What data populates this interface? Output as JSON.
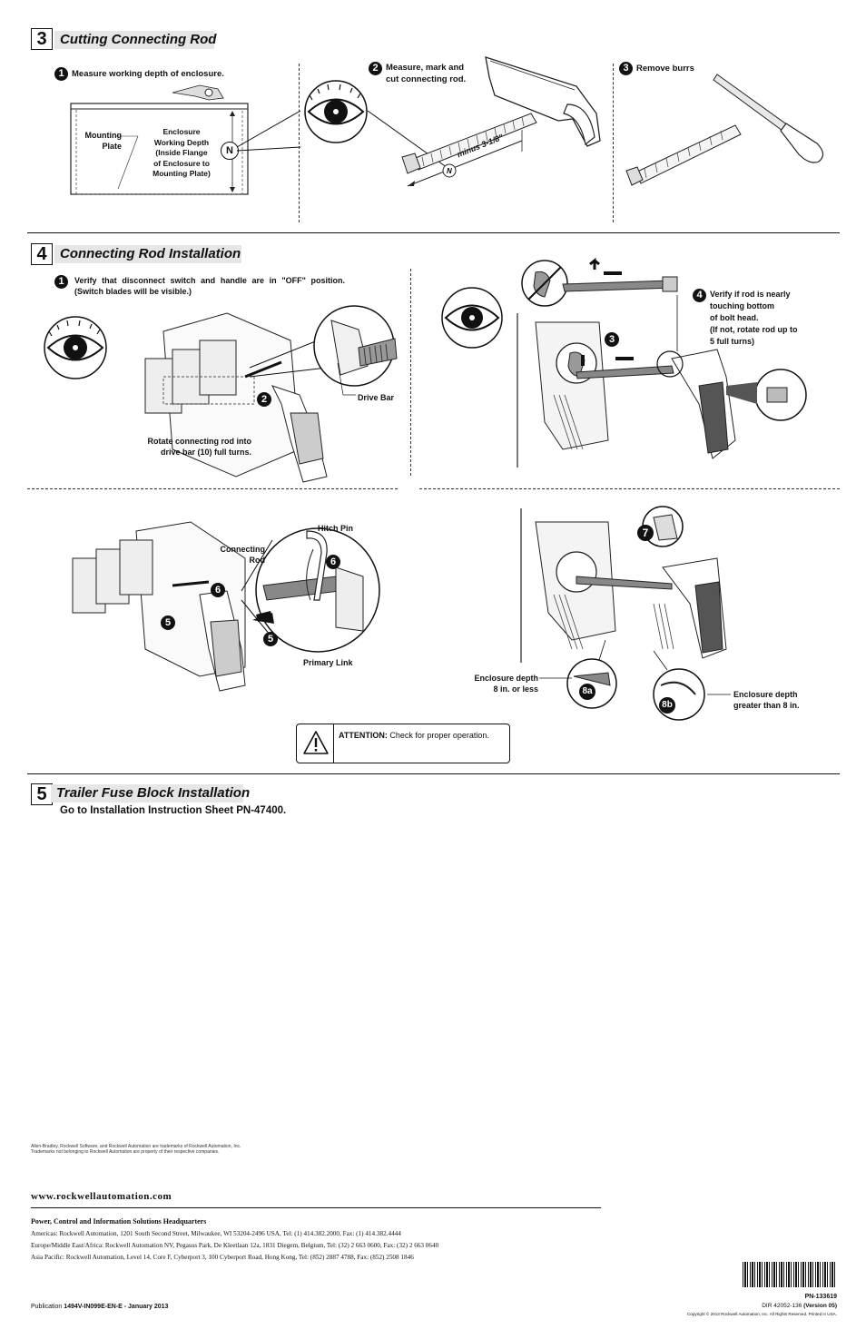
{
  "section3": {
    "number": "3",
    "title": "Cutting Connecting Rod",
    "step1": {
      "num": "1",
      "text": "Measure working depth of enclosure."
    },
    "mounting_plate": "Mounting\nPlate",
    "working_depth": "Enclosure\nWorking Depth\n(Inside Flange\nof Enclosure to\nMounting Plate)",
    "n_label": "N",
    "step2": {
      "num": "2",
      "text": "Measure, mark and\ncut connecting rod."
    },
    "minus_text": "minus 3-1/8\"",
    "step3": {
      "num": "3",
      "text": "Remove burrs"
    }
  },
  "section4": {
    "number": "4",
    "title": "Connecting Rod Installation",
    "step1": {
      "num": "1",
      "text": "Verify that disconnect switch and handle are in \"OFF\" position. (Switch blades will be visible.)"
    },
    "drive_bar": "Drive Bar",
    "step2_num": "2",
    "rotate_text": "Rotate connecting rod into\ndrive bar (10) full turns.",
    "step3_num": "3",
    "step4": {
      "num": "4",
      "text": "Verify if rod is nearly\ntouching bottom\nof bolt head.\n(If not, rotate rod up to\n5 full turns)"
    },
    "hitch_pin": "Hitch Pin",
    "connecting_rod": "Connecting\nRod",
    "primary_link": "Primary Link",
    "step5_num": "5",
    "step6_num": "6",
    "step7_num": "7",
    "step8a": "8a",
    "step8b": "8b",
    "enclosure_depth_less": "Enclosure depth\n8 in. or less",
    "enclosure_depth_greater": "Enclosure depth\ngreater than 8 in.",
    "attention_label": "ATTENTION:",
    "attention_text": "Check for proper operation."
  },
  "section5": {
    "number": "5",
    "title": "Trailer Fuse Block Installation",
    "text": "Go to Installation Instruction Sheet PN-47400."
  },
  "footer": {
    "trademark1": "Allen-Bradley, Rockwell Software, and Rockwell Automation are trademarks of Rockwell Automation, Inc.",
    "trademark2": "Trademarks not belonging to Rockwell Automation are property of their respective companies.",
    "website": "www.rockwellautomation.com",
    "hq": "Power, Control and Information Solutions Headquarters",
    "americas": "Americas: Rockwell Automation, 1201 South Second Street, Milwaukee, WI 53204-2496 USA, Tel: (1) 414.382.2000, Fax: (1) 414.382.4444",
    "europe": "Europe/Middle East/Africa: Rockwell Automation NV, Pegasus Park, De Kleetlaan 12a, 1831 Diegem, Belgium, Tel: (32) 2 663 0600, Fax: (32) 2 663 0640",
    "asia": "Asia Pacific: Rockwell Automation, Level 14, Core F, Cyberport 3, 100 Cyberport Road, Hong Kong, Tel: (852) 2887 4788, Fax: (852) 2508 1846",
    "publication_prefix": "Publication",
    "publication": "1494V-IN099E-EN-E -",
    "date": "January 2013",
    "pn": "PN-133619",
    "dir": "DIR 42052-136",
    "version": "(Version 05)",
    "copyright": "Copyright © 2013 Rockwell Automation, Inc. All Rights Reserved. Printed in USA."
  }
}
